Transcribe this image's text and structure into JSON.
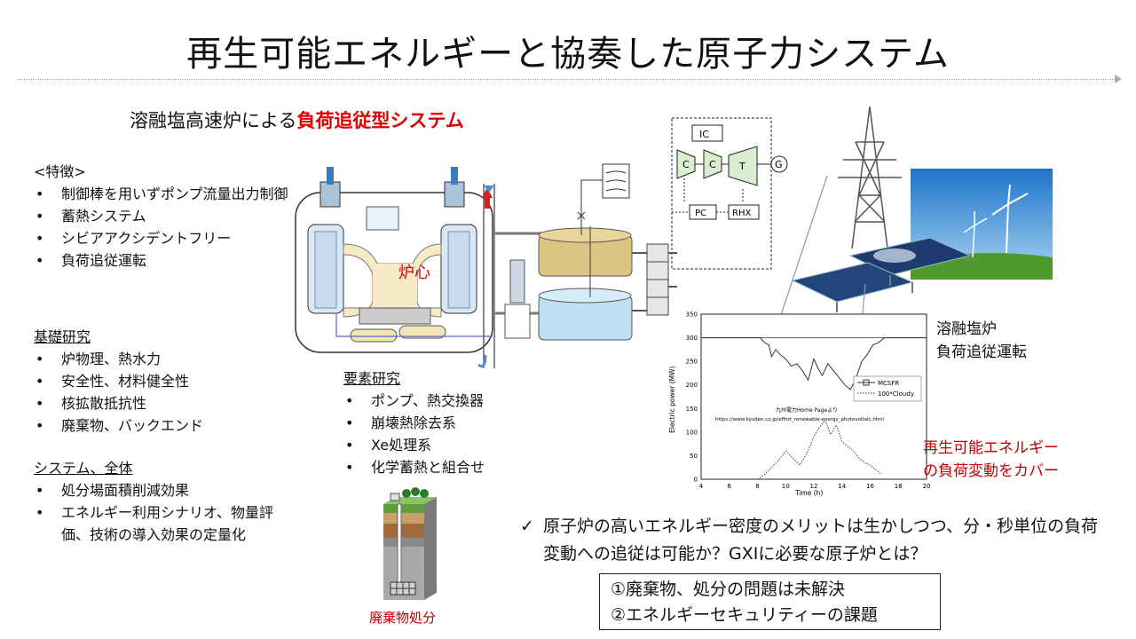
{
  "title": "再生可能エネルギーと協奏した原子力システム",
  "subtitle": {
    "prefix": "溶融塩高速炉による",
    "highlight": "負荷追従型システム"
  },
  "features": {
    "heading": "<特徴>",
    "items": [
      "制御棒を用いずポンプ流量出力制御",
      "蓄熱システム",
      "シビアアクシデントフリー",
      "負荷追従運転"
    ]
  },
  "basic_research": {
    "heading": "基礎研究",
    "items": [
      "炉物理、熱水力",
      "安全性、材料健全性",
      "核拡散抵抗性",
      "廃棄物、バックエンド"
    ]
  },
  "system": {
    "heading": "システム、全体",
    "items": [
      "処分場面積削減効果",
      "エネルギー利用シナリオ、物量評価、技術の導入効果の定量化"
    ]
  },
  "element_research": {
    "heading": "要素研究",
    "items": [
      "ポンプ、熱交換器",
      "崩壊熱除去系",
      "Xe処理系",
      "化学蓄熱と組合せ"
    ]
  },
  "diagram": {
    "core_label": "炉心",
    "components": [
      "IC",
      "C",
      "C",
      "T",
      "G",
      "PC",
      "RHX"
    ]
  },
  "waste_label": "廃棄物処分",
  "msr_label": [
    "溶融塩炉",
    "負荷追従運転"
  ],
  "renewable_label": [
    "再生可能エネルギー",
    "の負荷変動をカバー"
  ],
  "note": "原子炉の高いエネルギー密度のメリットは生かしつつ、分・秒単位の負荷変動への追従は可能か？GXIに必要な原子炉とは？",
  "issues": [
    "①廃棄物、処分の問題は未解決",
    "②エネルギーセキュリティーの課題"
  ],
  "chart_data": {
    "type": "line",
    "xlabel": "Time (h)",
    "ylabel": "Electric power (MW)",
    "xlim": [
      4,
      20
    ],
    "ylim": [
      0,
      350
    ],
    "xticks": [
      4,
      6,
      8,
      10,
      12,
      14,
      16,
      18,
      20
    ],
    "yticks": [
      0,
      50,
      100,
      150,
      200,
      250,
      300,
      350
    ],
    "legend": [
      "MCSFR",
      "100*Cloudy"
    ],
    "legend_position": "right",
    "annotation": [
      "九州電力Home Pageより",
      "https://www.kyuden.co.jp/effort_renewable-energy_photovoltaic.html"
    ],
    "series": [
      {
        "name": "MCSFR",
        "x": [
          4,
          8.2,
          8.5,
          8.8,
          9.0,
          9.3,
          9.6,
          10.0,
          10.4,
          10.8,
          11.2,
          11.6,
          12.0,
          12.3,
          12.6,
          13.0,
          13.4,
          13.8,
          14.2,
          14.6,
          15.0,
          15.4,
          15.8,
          16.2,
          16.6,
          17.0,
          20
        ],
        "y": [
          300,
          300,
          290,
          285,
          260,
          275,
          265,
          255,
          240,
          245,
          230,
          210,
          255,
          235,
          220,
          245,
          230,
          215,
          200,
          190,
          215,
          250,
          265,
          285,
          290,
          300,
          300
        ]
      },
      {
        "name": "100*Cloudy",
        "x": [
          8.0,
          8.5,
          9.0,
          9.5,
          10.0,
          10.5,
          11.0,
          11.5,
          12.0,
          12.4,
          12.8,
          13.2,
          13.6,
          14.0,
          14.4,
          14.8,
          15.2,
          15.6,
          16.0,
          16.4,
          16.8
        ],
        "y": [
          0,
          10,
          25,
          40,
          60,
          45,
          30,
          55,
          90,
          110,
          125,
          95,
          115,
          80,
          70,
          60,
          45,
          35,
          30,
          20,
          10
        ]
      }
    ]
  }
}
